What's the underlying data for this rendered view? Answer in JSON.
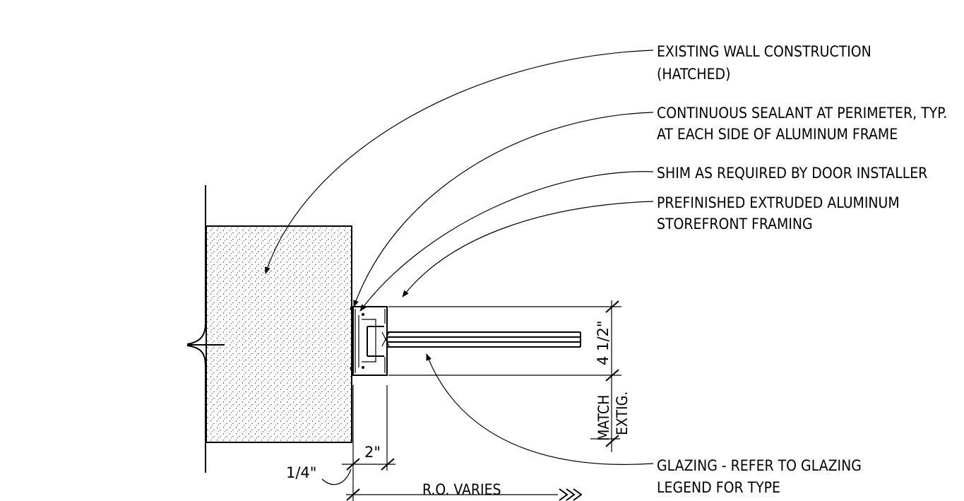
{
  "callouts": {
    "wall": {
      "line1": "EXISTING WALL CONSTRUCTION",
      "line2": "(HATCHED)"
    },
    "sealant": {
      "line1": "CONTINUOUS SEALANT AT PERIMETER, TYP.",
      "line2": "AT EACH SIDE OF ALUMINUM FRAME"
    },
    "shim": {
      "line1": "SHIM AS REQUIRED BY DOOR INSTALLER"
    },
    "framing": {
      "line1": "PREFINISHED EXTRUDED ALUMINUM",
      "line2": "STOREFRONT FRAMING"
    },
    "glazing": {
      "line1": "GLAZING - REFER TO GLAZING",
      "line2": "LEGEND FOR TYPE"
    }
  },
  "dimensions": {
    "frame_depth": "4 1/2\"",
    "match_line1": "MATCH",
    "match_line2": "EXTIG.",
    "gap": "1/4\"",
    "frame_width": "2\"",
    "rough_opening": "R.O. VARIES"
  }
}
